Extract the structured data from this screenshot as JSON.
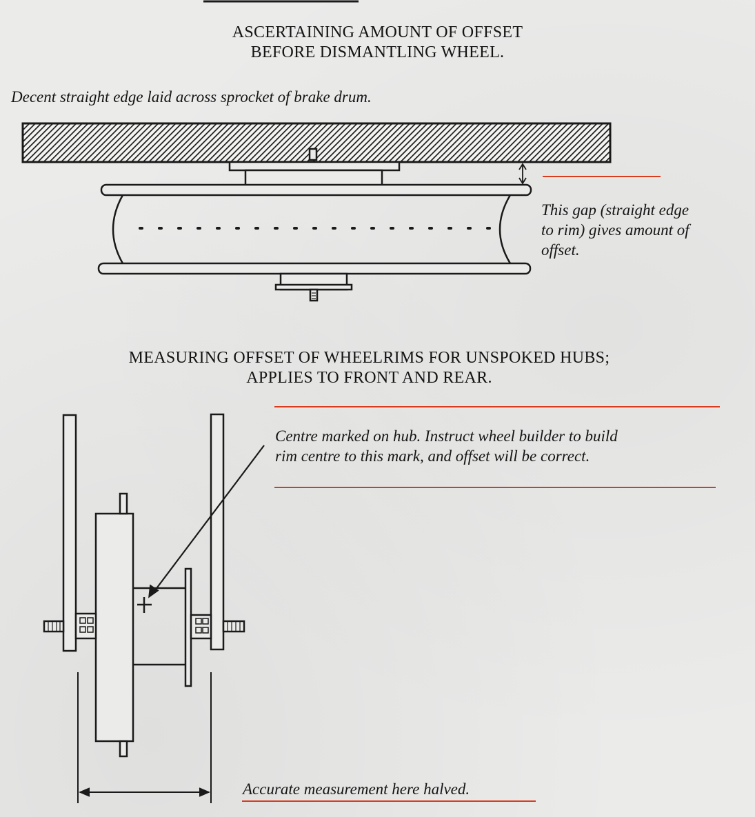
{
  "top_heading": {
    "line1": "ASCERTAINING AMOUNT OF OFFSET",
    "line2": "BEFORE DISMANTLING WHEEL."
  },
  "straight_edge_caption": "Decent straight edge laid across sprocket of brake drum.",
  "gap_caption": {
    "line1": "This gap (straight edge",
    "line2": "to rim) gives amount of",
    "line3": "offset."
  },
  "middle_heading": {
    "line1": "MEASURING OFFSET OF WHEELRIMS FOR UNSPOKED HUBS;",
    "line2": "APPLIES TO FRONT AND REAR."
  },
  "centre_caption": {
    "line1": "Centre marked on hub. Instruct wheel builder to build",
    "line2": "rim centre to this mark, and offset will be correct."
  },
  "measurement_caption": "Accurate measurement here halved.",
  "colors": {
    "ink": "#1a1a1a",
    "paper": "#ebebea",
    "underline": "#d93b1f"
  }
}
